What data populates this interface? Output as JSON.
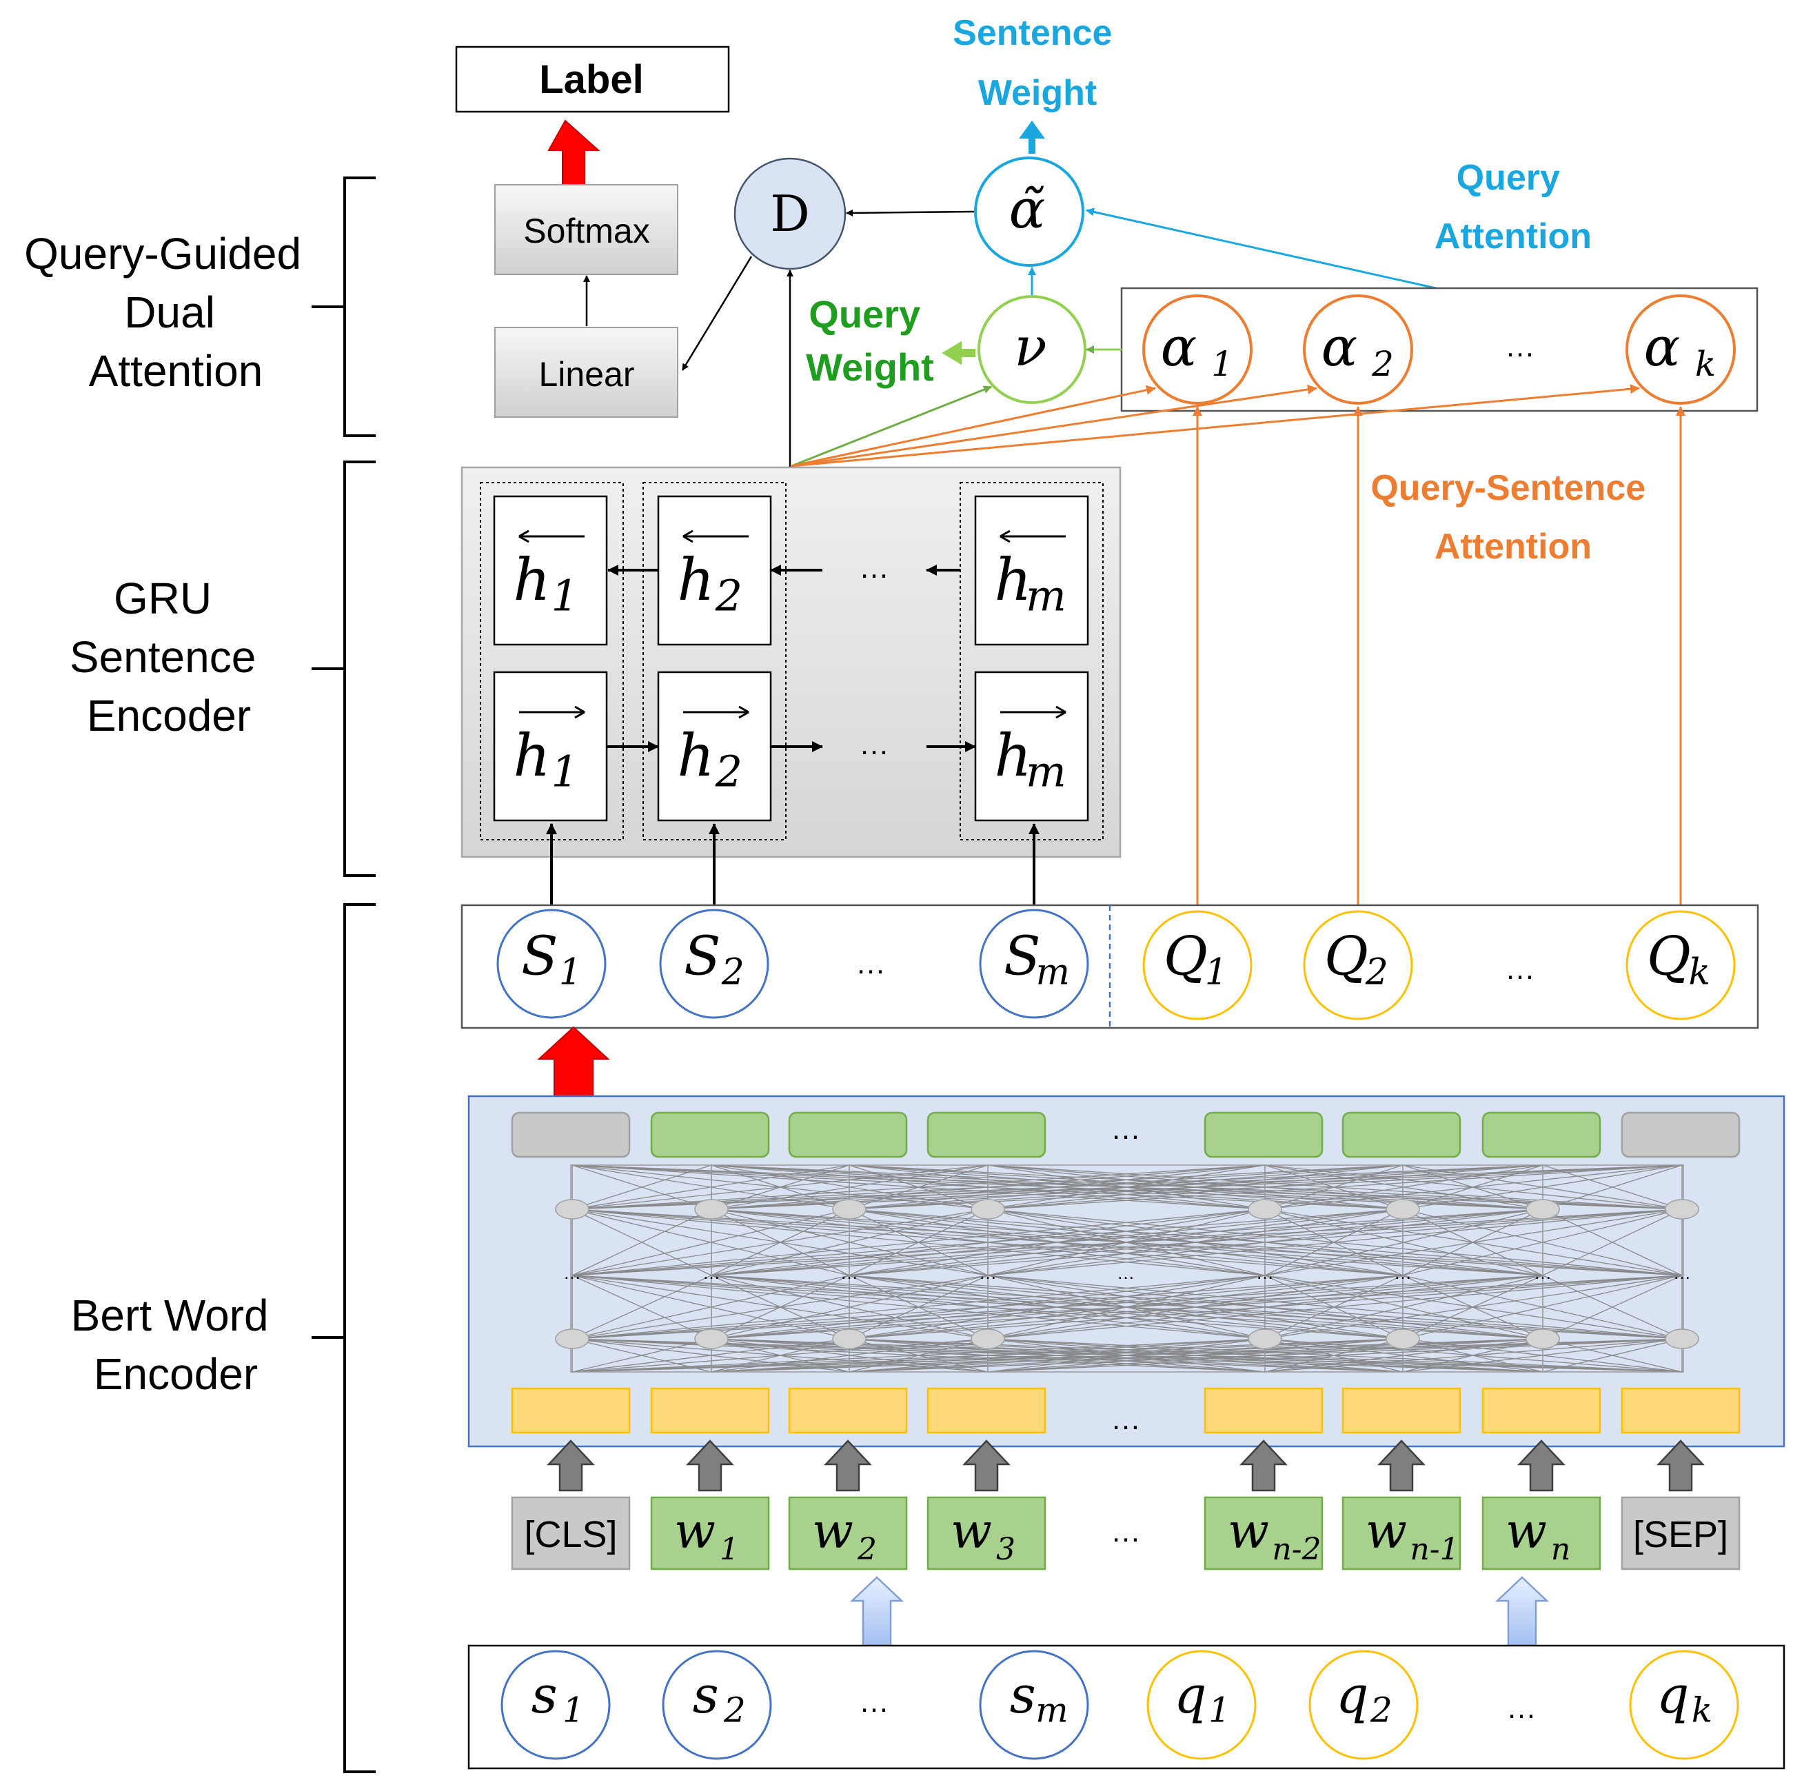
{
  "sections": {
    "attention_label_lines": [
      "Query-Guided",
      "Dual",
      "Attention"
    ],
    "gru_label_lines": [
      "GRU",
      "Sentence",
      "Encoder"
    ],
    "bert_label_lines": [
      "Bert Word",
      "Encoder"
    ]
  },
  "output": {
    "label": "Label",
    "softmax": "Softmax",
    "linear": "Linear",
    "d_node": "D"
  },
  "annotations": {
    "sentence_weight": [
      "Sentence",
      "Weight"
    ],
    "query_attention": [
      "Query",
      "Attention"
    ],
    "query_weight": [
      "Query",
      "Weight"
    ],
    "query_sentence_attention": [
      "Query-Sentence",
      "Attention"
    ]
  },
  "attention_nodes": {
    "alpha_tilde": "α̃",
    "nu": "ν",
    "alphas": [
      {
        "base": "α",
        "sub": "1"
      },
      {
        "base": "α",
        "sub": "2"
      },
      {
        "base": "α",
        "sub": "k"
      }
    ]
  },
  "gru": {
    "backward": [
      {
        "base": "h",
        "sub": "1"
      },
      {
        "base": "h",
        "sub": "2"
      },
      {
        "base": "h",
        "sub": "m"
      }
    ],
    "forward": [
      {
        "base": "h",
        "sub": "1"
      },
      {
        "base": "h",
        "sub": "2"
      },
      {
        "base": "h",
        "sub": "m"
      }
    ]
  },
  "sentence_row": {
    "sentences": [
      {
        "base": "S",
        "sub": "1"
      },
      {
        "base": "S",
        "sub": "2"
      },
      {
        "base": "S",
        "sub": "m"
      }
    ],
    "queries": [
      {
        "base": "Q",
        "sub": "1"
      },
      {
        "base": "Q",
        "sub": "2"
      },
      {
        "base": "Q",
        "sub": "k"
      }
    ]
  },
  "tokens": [
    {
      "text": "[CLS]",
      "kind": "special"
    },
    {
      "base": "w",
      "sub": "1",
      "kind": "word"
    },
    {
      "base": "w",
      "sub": "2",
      "kind": "word"
    },
    {
      "base": "w",
      "sub": "3",
      "kind": "word"
    },
    {
      "base": "w",
      "sub": "n-2",
      "kind": "word"
    },
    {
      "base": "w",
      "sub": "n-1",
      "kind": "word"
    },
    {
      "base": "w",
      "sub": "n",
      "kind": "word"
    },
    {
      "text": "[SEP]",
      "kind": "special"
    }
  ],
  "inputs": {
    "sentences": [
      {
        "base": "s",
        "sub": "1"
      },
      {
        "base": "s",
        "sub": "2"
      },
      {
        "base": "s",
        "sub": "m"
      }
    ],
    "queries": [
      {
        "base": "q",
        "sub": "1"
      },
      {
        "base": "q",
        "sub": "2"
      },
      {
        "base": "q",
        "sub": "k"
      }
    ]
  },
  "ellipsis": "…",
  "colors": {
    "blue_accent": "#1aa7e0",
    "green_accent": "#1f9d1f",
    "orange_accent": "#ed7d31",
    "sentence_circle": "#4472c4",
    "query_circle": "#ffc000",
    "token_green": "#a9d18e",
    "token_gray": "#c9c9c9",
    "embed_yellow": "#ffd97a",
    "bert_panel": "#dae3f3",
    "arrow_red": "#ff0000"
  }
}
